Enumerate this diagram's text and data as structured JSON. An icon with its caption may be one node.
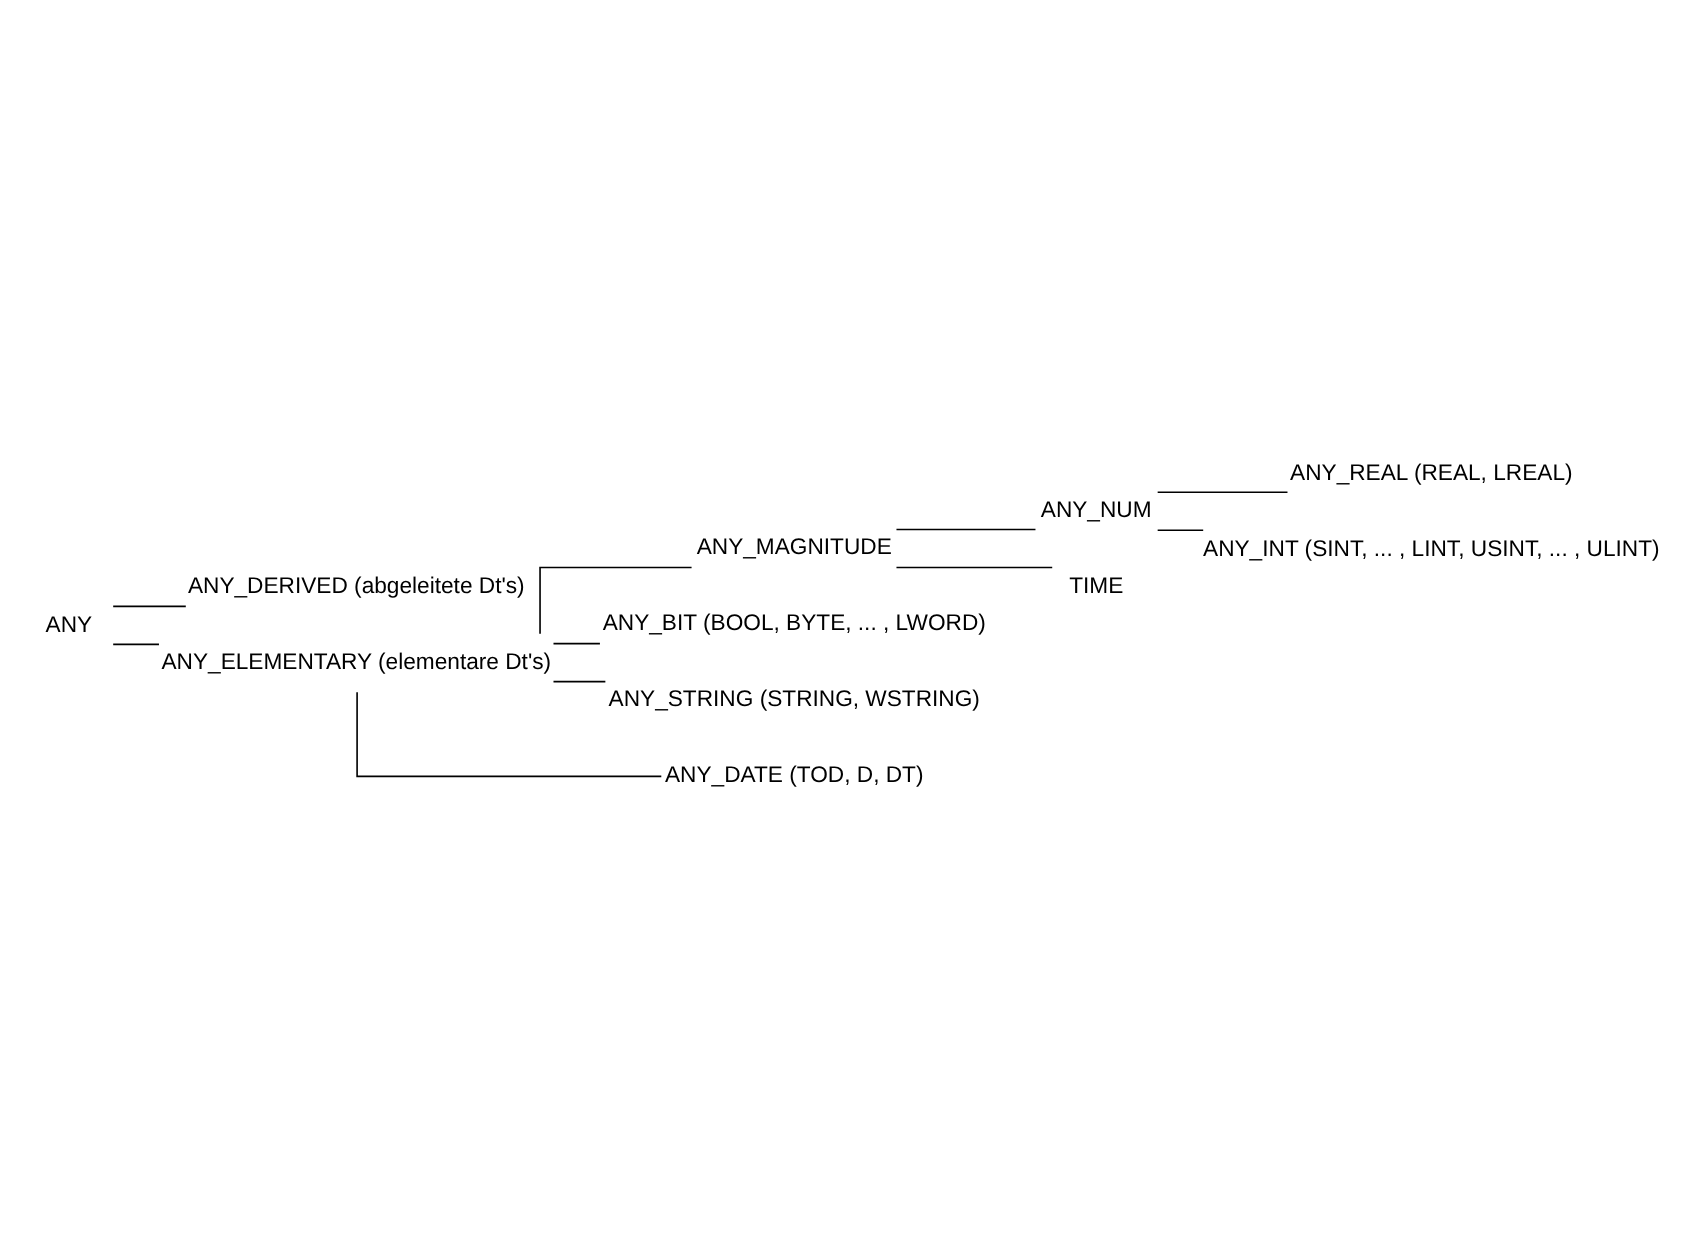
{
  "diagram": {
    "nodes": [
      {
        "text": [
          "ANY"
        ]
      },
      {
        "text": [
          "ANY_DERIVED (abgeleitete Dt's)"
        ]
      },
      {
        "text": [
          "ANY_ELEMENTARY (elementare Dt's)"
        ]
      },
      {
        "text": [
          "ANY_MAGNITUDE"
        ]
      },
      {
        "text": [
          "ANY_NUM"
        ]
      },
      {
        "text": [
          "ANY_REAL (REAL, LREAL)"
        ]
      },
      {
        "text": [
          "ANY_INT (SINT, ... , LINT, USINT, ... , ULINT)"
        ]
      },
      {
        "text": [
          "TIME"
        ]
      },
      {
        "text": [
          "ANY_BIT (BOOL, BYTE, ... , LWORD)"
        ]
      },
      {
        "text": [
          "ANY_STRING (STRING, WSTRING)"
        ]
      },
      {
        "text": [
          "ANY_DATE (TOD, D, DT)"
        ]
      }
    ],
    "edges": [
      {
        "from": 0,
        "to": 1,
        "arrow": "none"
      },
      {
        "from": 0,
        "to": 2,
        "arrow": "none"
      },
      {
        "from": 2,
        "to": 3,
        "arrow": "none"
      },
      {
        "from": 3,
        "to": 4,
        "arrow": "none"
      },
      {
        "from": 4,
        "to": 5,
        "arrow": "none"
      },
      {
        "from": 4,
        "to": 6,
        "arrow": "none"
      },
      {
        "from": 3,
        "to": 7,
        "arrow": "none"
      },
      {
        "from": 2,
        "to": 8,
        "arrow": "none"
      },
      {
        "from": 2,
        "to": 9,
        "arrow": "none"
      },
      {
        "from": 2,
        "to": 10,
        "arrow": "none"
      }
    ]
  }
}
